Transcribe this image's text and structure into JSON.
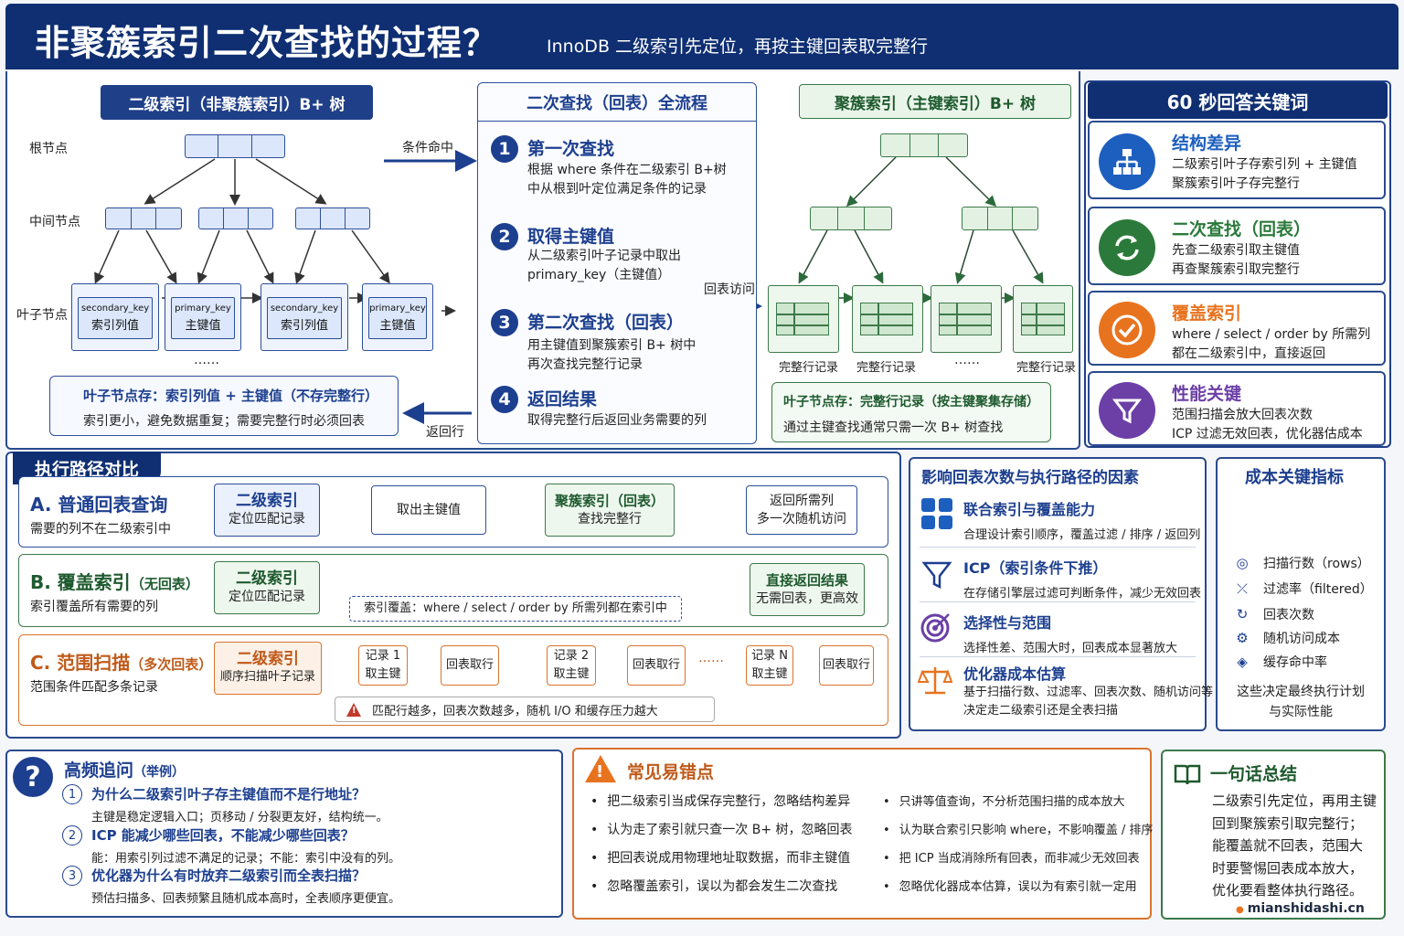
{
  "header": {
    "title": "非聚簇索引二次查找的过程？",
    "subtitle": "InnoDB 二级索引先定位，再按主键回表取完整行"
  },
  "secondary_tree": {
    "title": "二级索引（非聚簇索引）B+ 树",
    "root_label": "根节点",
    "mid_label": "中间节点",
    "leaf_label": "叶子节点",
    "leaves": [
      {
        "top": "secondary_key",
        "bottom": "索引列值"
      },
      {
        "top": "primary_key",
        "bottom": "主键值"
      },
      {
        "top": "secondary_key",
        "bottom": "索引列值"
      },
      {
        "top": "primary_key",
        "bottom": "主键值"
      }
    ],
    "ellipsis": "……",
    "note_title": "叶子节点存：索引列值 + 主键值（不存完整行）",
    "note_desc": "索引更小，避免数据重复；需要完整行时必须回表",
    "arrow_hit": "条件命中",
    "arrow_back": "返回行"
  },
  "flow": {
    "title": "二次查找（回表）全流程",
    "steps": [
      {
        "num": "1",
        "title": "第一次查找",
        "desc1": "根据 where 条件在二级索引 B+树",
        "desc2": "中从根到叶定位满足条件的记录"
      },
      {
        "num": "2",
        "title": "取得主键值",
        "desc1": "从二级索引叶子记录中取出",
        "desc2": "primary_key（主键值）"
      },
      {
        "num": "3",
        "title": "第二次查找（回表）",
        "desc1": "用主键值到聚簇索引 B+ 树中",
        "desc2": "再次查找完整行记录"
      },
      {
        "num": "4",
        "title": "返回结果",
        "desc1": "取得完整行后返回业务需要的列",
        "desc2": ""
      }
    ],
    "arrow_back_table": "回表访问"
  },
  "clustered_tree": {
    "title": "聚簇索引（主键索引）B+ 树",
    "leaf_text": "完整行记录",
    "ellipsis": "……",
    "note_title": "叶子节点存：完整行记录（按主键聚集存储）",
    "note_desc": "通过主键查找通常只需一次 B+ 树查找"
  },
  "keywords": {
    "title": "60 秒回答关键词",
    "items": [
      {
        "title": "结构差异",
        "d1": "二级索引叶子存索引列 + 主键值",
        "d2": "聚簇索引叶子存完整行",
        "color": "#1d5fbf"
      },
      {
        "title": "二次查找（回表）",
        "d1": "先查二级索引取主键值",
        "d2": "再查聚簇索引取完整行",
        "color": "#2b7a3b"
      },
      {
        "title": "覆盖索引",
        "d1": "where / select / order by 所需列",
        "d2": "都在二级索引中，直接返回",
        "color": "#e8731f"
      },
      {
        "title": "性能关键",
        "d1": "范围扫描会放大回表次数",
        "d2": "ICP 过滤无效回表，优化器估成本",
        "color": "#6b3fa6"
      }
    ]
  },
  "paths": {
    "title": "执行路径对比",
    "a": {
      "title": "A. 普通回表查询",
      "sub": "需要的列不在二级索引中",
      "b1_big": "二级索引",
      "b1_small": "定位匹配记录",
      "b2": "取出主键值",
      "b3_big": "聚簇索引（回表）",
      "b3_small": "查找完整行",
      "b4_1": "返回所需列",
      "b4_2": "多一次随机访问"
    },
    "b": {
      "title": "B. 覆盖索引",
      "title_suffix": "（无回表）",
      "sub": "索引覆盖所有需要的列",
      "b1_big": "二级索引",
      "b1_small": "定位匹配记录",
      "b2_big": "直接返回结果",
      "b2_small": "无需回表，更高效",
      "dash": "索引覆盖：where / select / order by 所需列都在索引中"
    },
    "c": {
      "title": "C. 范围扫描",
      "title_suffix": "（多次回表）",
      "sub": "范围条件匹配多条记录",
      "b1_big": "二级索引",
      "b1_small": "顺序扫描叶子记录",
      "r1_1": "记录 1",
      "r1_2": "取主键",
      "back": "回表取行",
      "r2_1": "记录 2",
      "r2_2": "取主键",
      "dots": "……",
      "rn_1": "记录 N",
      "rn_2": "取主键",
      "warn": "匹配行越多，回表次数越多，随机 I/O 和缓存压力越大"
    }
  },
  "factors": {
    "title": "影响回表次数与执行路径的因素",
    "items": [
      {
        "title": "联合索引与覆盖能力",
        "desc1": "合理设计索引顺序，覆盖过滤 / 排序 / 返回列",
        "desc2": ""
      },
      {
        "title": "ICP（索引条件下推）",
        "desc1": "在存储引擎层过滤可判断条件，减少无效回表",
        "desc2": ""
      },
      {
        "title": "选择性与范围",
        "desc1": "选择性差、范围大时，回表成本显著放大",
        "desc2": ""
      },
      {
        "title": "优化器成本估算",
        "desc1": "基于扫描行数、过滤率、回表次数、随机访问等",
        "desc2": "决定走二级索引还是全表扫描"
      }
    ]
  },
  "metrics": {
    "title": "成本关键指标",
    "items": [
      "扫描行数（rows）",
      "过滤率（filtered）",
      "回表次数",
      "随机访问成本",
      "缓存命中率"
    ],
    "footer1": "这些决定最终执行计划",
    "footer2": "与实际性能"
  },
  "faq": {
    "title": "高频追问",
    "title_suffix": "（举例）",
    "items": [
      {
        "num": "1",
        "q": "为什么二级索引叶子存主键值而不是行地址？",
        "a": "主键是稳定逻辑入口；页移动 / 分裂更友好，结构统一。"
      },
      {
        "num": "2",
        "q": "ICP 能减少哪些回表，不能减少哪些回表？",
        "a": "能：用索引列过滤不满足的记录；不能：索引中没有的列。"
      },
      {
        "num": "3",
        "q": "优化器为什么有时放弃二级索引而全表扫描？",
        "a": "预估扫描多、回表频繁且随机成本高时，全表顺序更便宜。"
      }
    ]
  },
  "mistakes": {
    "title": "常见易错点",
    "left": [
      "把二级索引当成保存完整行，忽略结构差异",
      "认为走了索引就只查一次 B+ 树，忽略回表",
      "把回表说成用物理地址取数据，而非主键值",
      "忽略覆盖索引，误以为都会发生二次查找"
    ],
    "right": [
      "只讲等值查询，不分析范围扫描的成本放大",
      "认为联合索引只影响 where，不影响覆盖 / 排序",
      "把 ICP 当成消除所有回表，而非减少无效回表",
      "忽略优化器成本估算，误以为有索引就一定用"
    ]
  },
  "summary": {
    "title": "一句话总结",
    "lines": [
      "二级索引先定位，再用主键",
      "回到聚簇索引取完整行；",
      "能覆盖就不回表，范围大",
      "时要警惕回表成本放大，",
      "优化要看整体执行路径。"
    ]
  },
  "watermark": "mianshidashi.cn",
  "colors": {
    "navy": "#0f2f72",
    "blue": "#1d3f8f",
    "green": "#2b7a3b",
    "orange": "#e8731f",
    "purple": "#6b3fa6",
    "red": "#c0392b"
  }
}
